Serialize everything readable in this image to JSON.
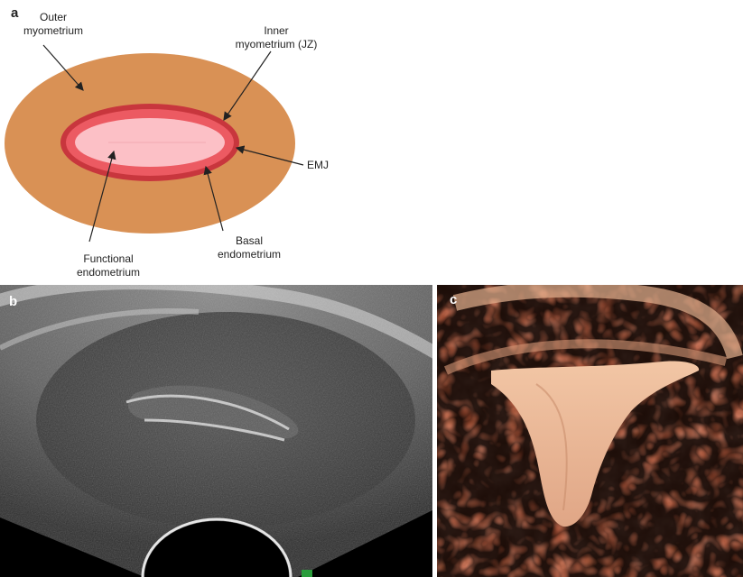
{
  "panels": {
    "a": {
      "letter": "a",
      "labels": {
        "outer_myometrium_l1": "Outer",
        "outer_myometrium_l2": "myometrium",
        "inner_myometrium_l1": "Inner",
        "inner_myometrium_l2": "myometrium (JZ)",
        "emj": "EMJ",
        "basal_l1": "Basal",
        "basal_l2": "endometrium",
        "functional_l1": "Functional",
        "functional_l2": "endometrium"
      },
      "colors": {
        "outer_myometrium": "#d99155",
        "inner_myometrium": "#c8363d",
        "basal_endometrium": "#ec5a62",
        "functional_endometrium": "#fcc0c6"
      }
    },
    "b": {
      "letter": "b"
    },
    "c": {
      "letter": "c"
    }
  }
}
